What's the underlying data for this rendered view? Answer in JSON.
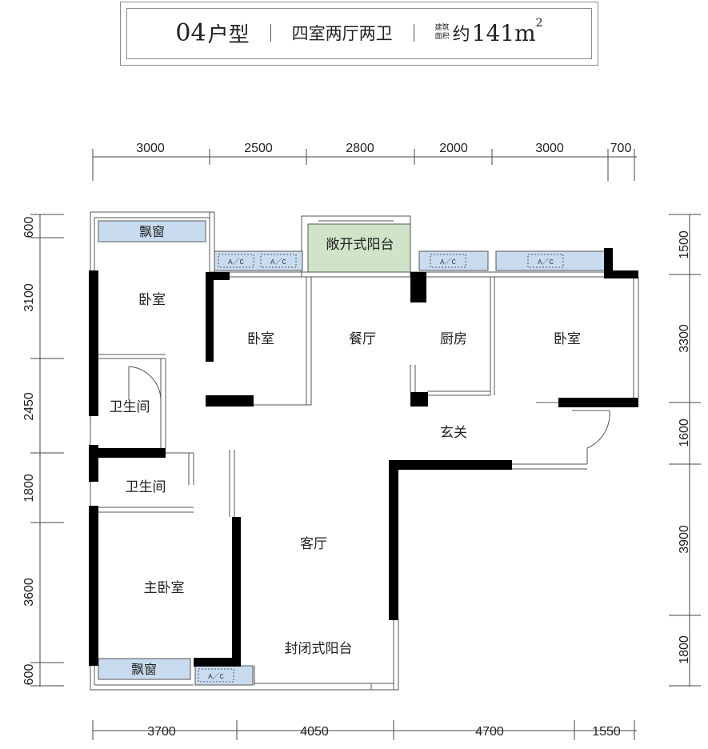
{
  "header": {
    "type_number": "04",
    "type_suffix": "户型",
    "rooms": "四室两厅两卫",
    "area_label_top": "建筑",
    "area_label_bottom": "面积",
    "area_prefix": "约",
    "area_value": "141m",
    "area_sup": "2"
  },
  "dimensions": {
    "top": [
      "3000",
      "2500",
      "2800",
      "2000",
      "3000",
      "700"
    ],
    "bottom": [
      "3700",
      "4050",
      "4700",
      "1550"
    ],
    "left": [
      "600",
      "3100",
      "2450",
      "1800",
      "3600",
      "600"
    ],
    "right": [
      "1500",
      "3300",
      "1600",
      "3900",
      "1800"
    ]
  },
  "rooms": {
    "bedroom_nw": "卧室",
    "bedroom_mid": "卧室",
    "dining": "餐厅",
    "kitchen": "厨房",
    "bedroom_ne": "卧室",
    "bathroom_1": "卫生间",
    "bathroom_2": "卫生间",
    "foyer": "玄关",
    "living": "客厅",
    "master_bedroom": "主卧室",
    "enclosed_balcony": "封闭式阳台",
    "open_balcony": "敞开式阳台",
    "bay_window_top": "飘窗",
    "bay_window_bottom": "飘窗"
  },
  "ac_label": "A／C",
  "colors": {
    "wall": "#000000",
    "ac_fill": "#c9dcef",
    "balcony_fill": "#cfe4c8",
    "line": "#555555"
  }
}
